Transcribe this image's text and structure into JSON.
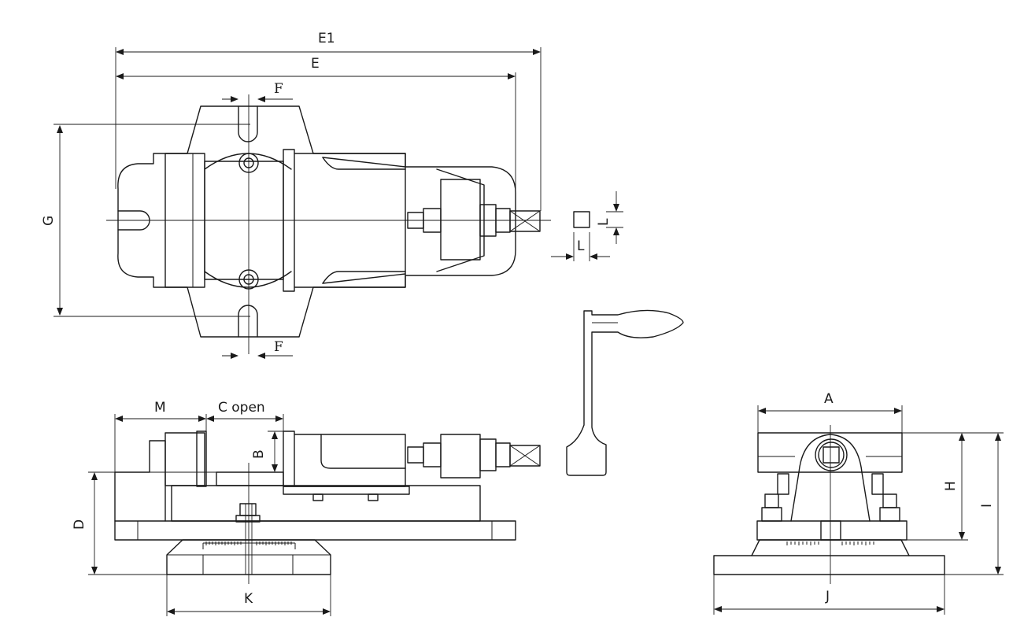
{
  "labels": {
    "e1": "E1",
    "e": "E",
    "f_top": "F",
    "f_bottom": "F",
    "g": "G",
    "l_horizontal": "L",
    "l_vertical": "L",
    "m": "M",
    "c_open": "C open",
    "b": "B",
    "d": "D",
    "k": "K",
    "a": "A",
    "h": "H",
    "i": "I",
    "j": "J"
  },
  "colors": {
    "line": "#1a1a1a",
    "background": "#ffffff"
  }
}
